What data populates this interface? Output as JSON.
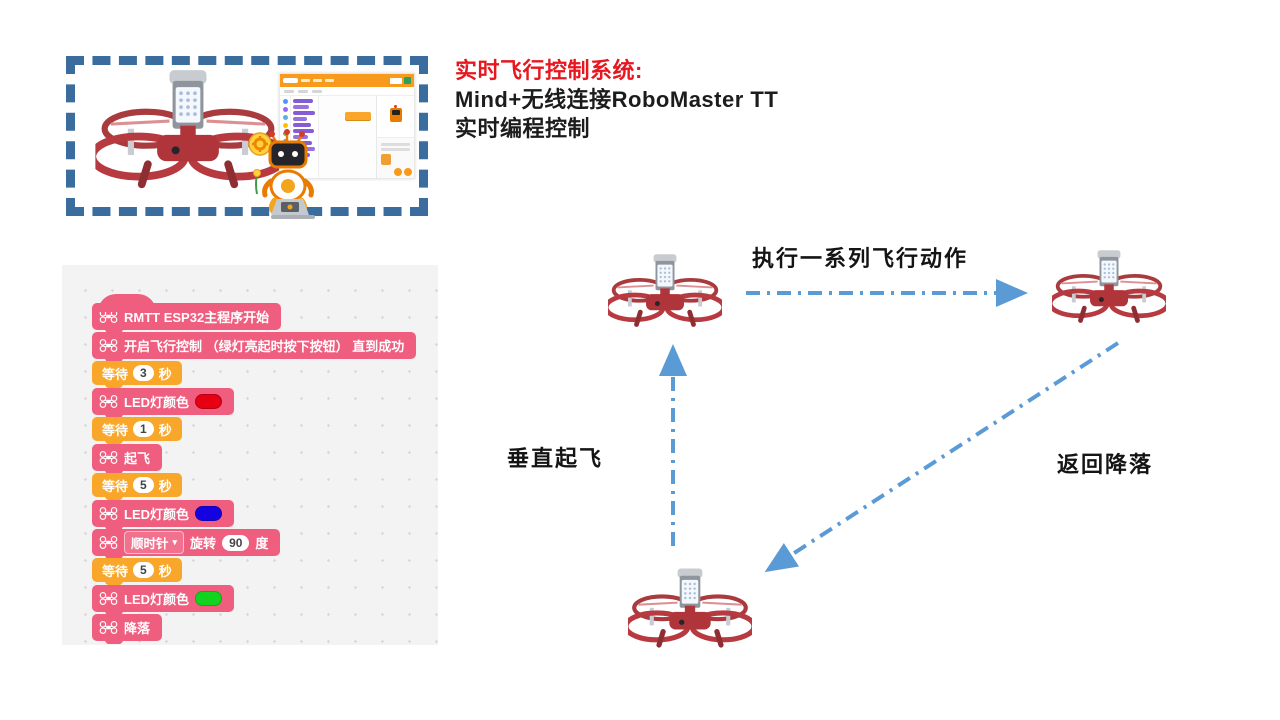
{
  "title": {
    "line1": "实时飞行控制系统:",
    "line2": "Mind+无线连接RoboMaster TT",
    "line3": "实时编程控制"
  },
  "colors": {
    "title_red": "#e8171f",
    "box_border": "#3a6d9e",
    "arrow_blue": "#5b9bd5",
    "block_pink": "#ef5e7f",
    "block_yellow": "#f8a72a",
    "panel_gray": "#f3f3f4"
  },
  "code_blocks": [
    {
      "type": "hat",
      "text": "RMTT ESP32主程序开始"
    },
    {
      "type": "cmd",
      "text": "开启飞行控制 （绿灯亮起时按下按钮） 直到成功"
    },
    {
      "type": "wait",
      "prefix": "等待",
      "value": "3",
      "suffix": "秒"
    },
    {
      "type": "led",
      "label": "LED灯颜色",
      "color": "#e60012"
    },
    {
      "type": "wait",
      "prefix": "等待",
      "value": "1",
      "suffix": "秒"
    },
    {
      "type": "cmd",
      "text": "起飞"
    },
    {
      "type": "wait",
      "prefix": "等待",
      "value": "5",
      "suffix": "秒"
    },
    {
      "type": "led",
      "label": "LED灯颜色",
      "color": "#1402e0"
    },
    {
      "type": "rotate",
      "dropdown": "顺时针",
      "mid": "旋转",
      "value": "90",
      "suffix": "度"
    },
    {
      "type": "wait",
      "prefix": "等待",
      "value": "5",
      "suffix": "秒"
    },
    {
      "type": "led",
      "label": "LED灯颜色",
      "color": "#12d41e"
    },
    {
      "type": "cmd",
      "text": "降落"
    }
  ],
  "diagram": {
    "label_top": "执行一系列飞行动作",
    "label_left": "垂直起飞",
    "label_right": "返回降落"
  },
  "ui": {
    "dropdown_caret": "▾"
  }
}
